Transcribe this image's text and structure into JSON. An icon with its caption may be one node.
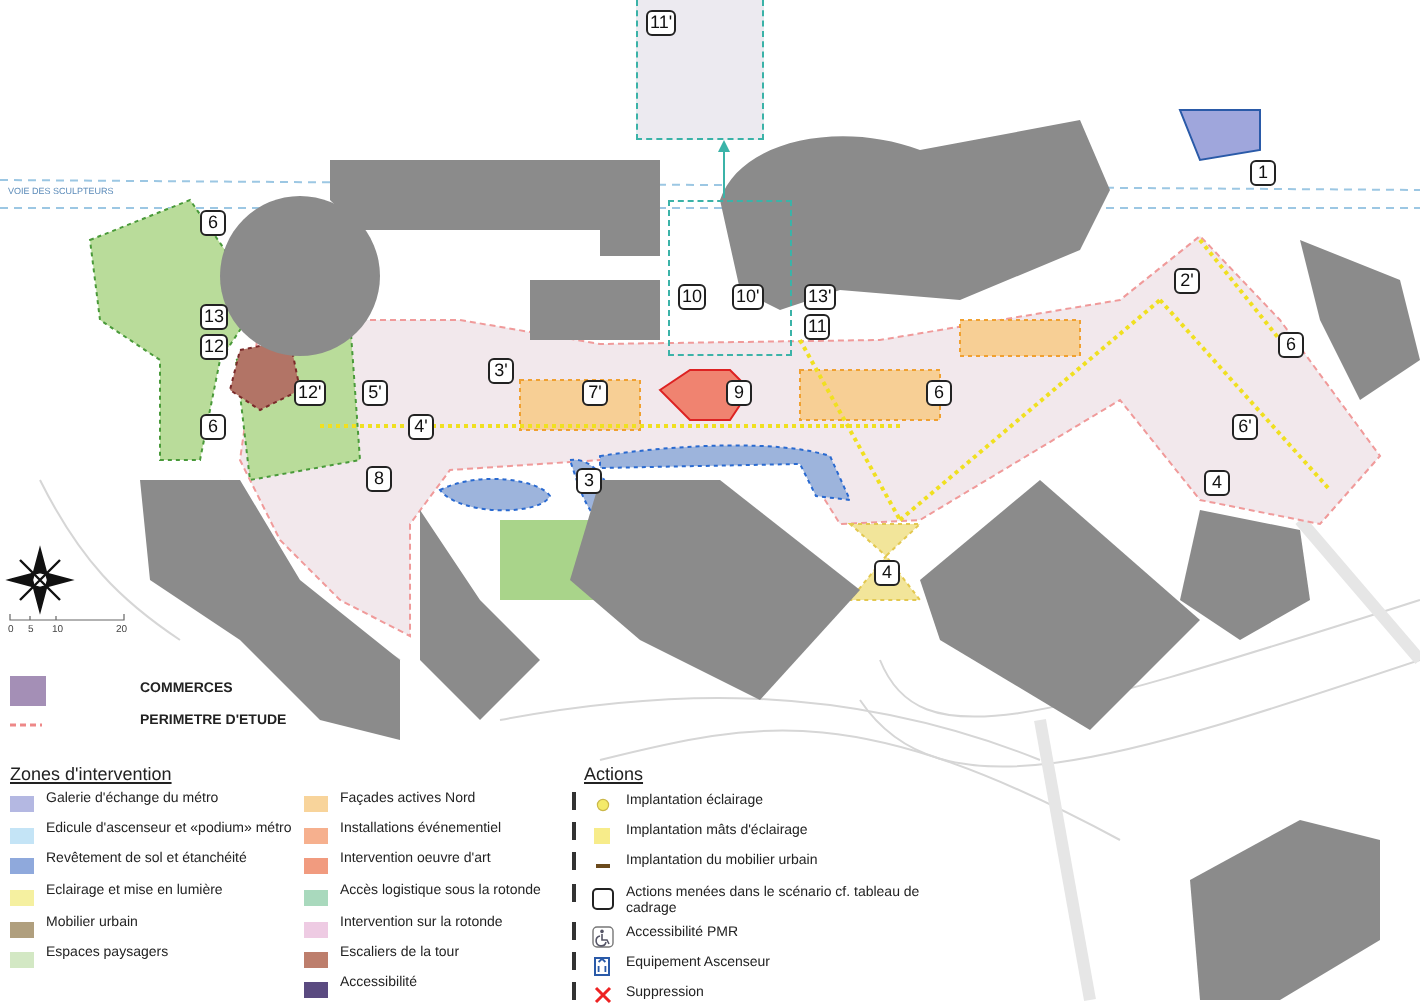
{
  "diagram": {
    "nodes": [
      {
        "text": [
          "11'"
        ]
      },
      {
        "text": [],
        "shape": "box"
      }
    ],
    "edges": [
      {
        "from": 1,
        "to": 0,
        "arrow": "to"
      }
    ],
    "labels": [
      "1",
      "VOIE DES SCULPTEURS",
      "6",
      "2'",
      "10",
      "10'",
      "13'",
      "13",
      "11",
      "12",
      "6",
      "3'",
      "12'",
      "5'",
      "7'",
      "9",
      "6",
      "6",
      "4'",
      "6'",
      "8",
      "3",
      "4",
      "4",
      "0",
      "5",
      "10",
      "20",
      "Zones d'intervention",
      "Actions"
    ],
    "legend": [
      {
        "text": "COMMERCES",
        "color": "#a48fb6"
      },
      {
        "text": "PERIMETRE D'ETUDE"
      },
      {
        "text": "Galerie d'échange du métro",
        "color": "#b4b8e2"
      },
      {
        "text": "Edicule d'ascenseur et «podium» métro",
        "color": "#c4e4f6"
      },
      {
        "text": "Revêtement de sol et étanchéité",
        "color": "#8fa9dc"
      },
      {
        "text": "Eclairage et mise en lumière",
        "color": "#f5f0a0"
      },
      {
        "text": "Mobilier urbain",
        "color": "#b09f7e"
      },
      {
        "text": "Espaces paysagers",
        "color": "#d3e8c4"
      },
      {
        "text": "Façades actives Nord",
        "color": "#f8d49b"
      },
      {
        "text": "Installations événementiel",
        "color": "#f6b08e"
      },
      {
        "text": "Intervention oeuvre d'art",
        "color": "#f19b7f"
      },
      {
        "text": "Accès logistique sous la rotonde",
        "color": "#a9d9bd"
      },
      {
        "text": "Intervention sur la rotonde",
        "color": "#eecbe3"
      },
      {
        "text": "Escaliers de la tour",
        "color": "#bd7e6c"
      },
      {
        "text": "Accessibilité",
        "color": "#5a4a80"
      },
      {
        "text": "Implantation éclairage"
      },
      {
        "text": "Implantation mâts d'éclairage"
      },
      {
        "text": "Implantation du mobilier urbain"
      },
      {
        "text": "Actions menées dans le scénario cf. tableau de cadrage"
      },
      {
        "text": "Accessibilité PMR"
      },
      {
        "text": "Equipement Ascenseur"
      },
      {
        "text": "Suppression"
      }
    ]
  }
}
